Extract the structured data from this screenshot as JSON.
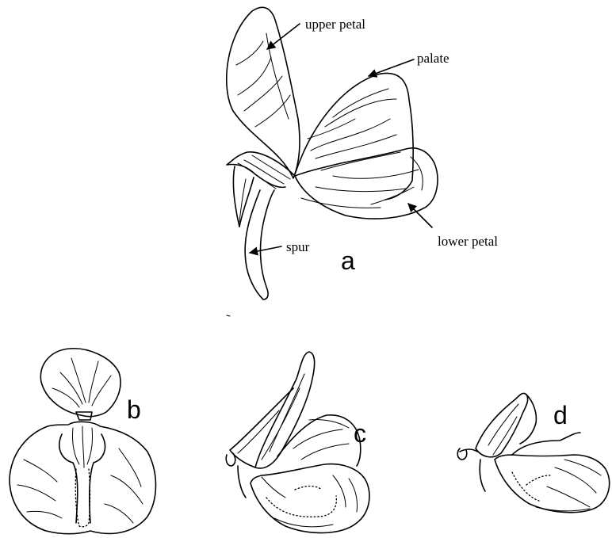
{
  "labels": {
    "upper_petal": "upper petal",
    "palate": "palate",
    "spur": "spur",
    "lower_petal": "lower petal"
  },
  "panels": {
    "a": "a",
    "b": "b",
    "c": "c",
    "d": "d"
  },
  "colors": {
    "ink": "#000000",
    "background": "#ffffff"
  }
}
